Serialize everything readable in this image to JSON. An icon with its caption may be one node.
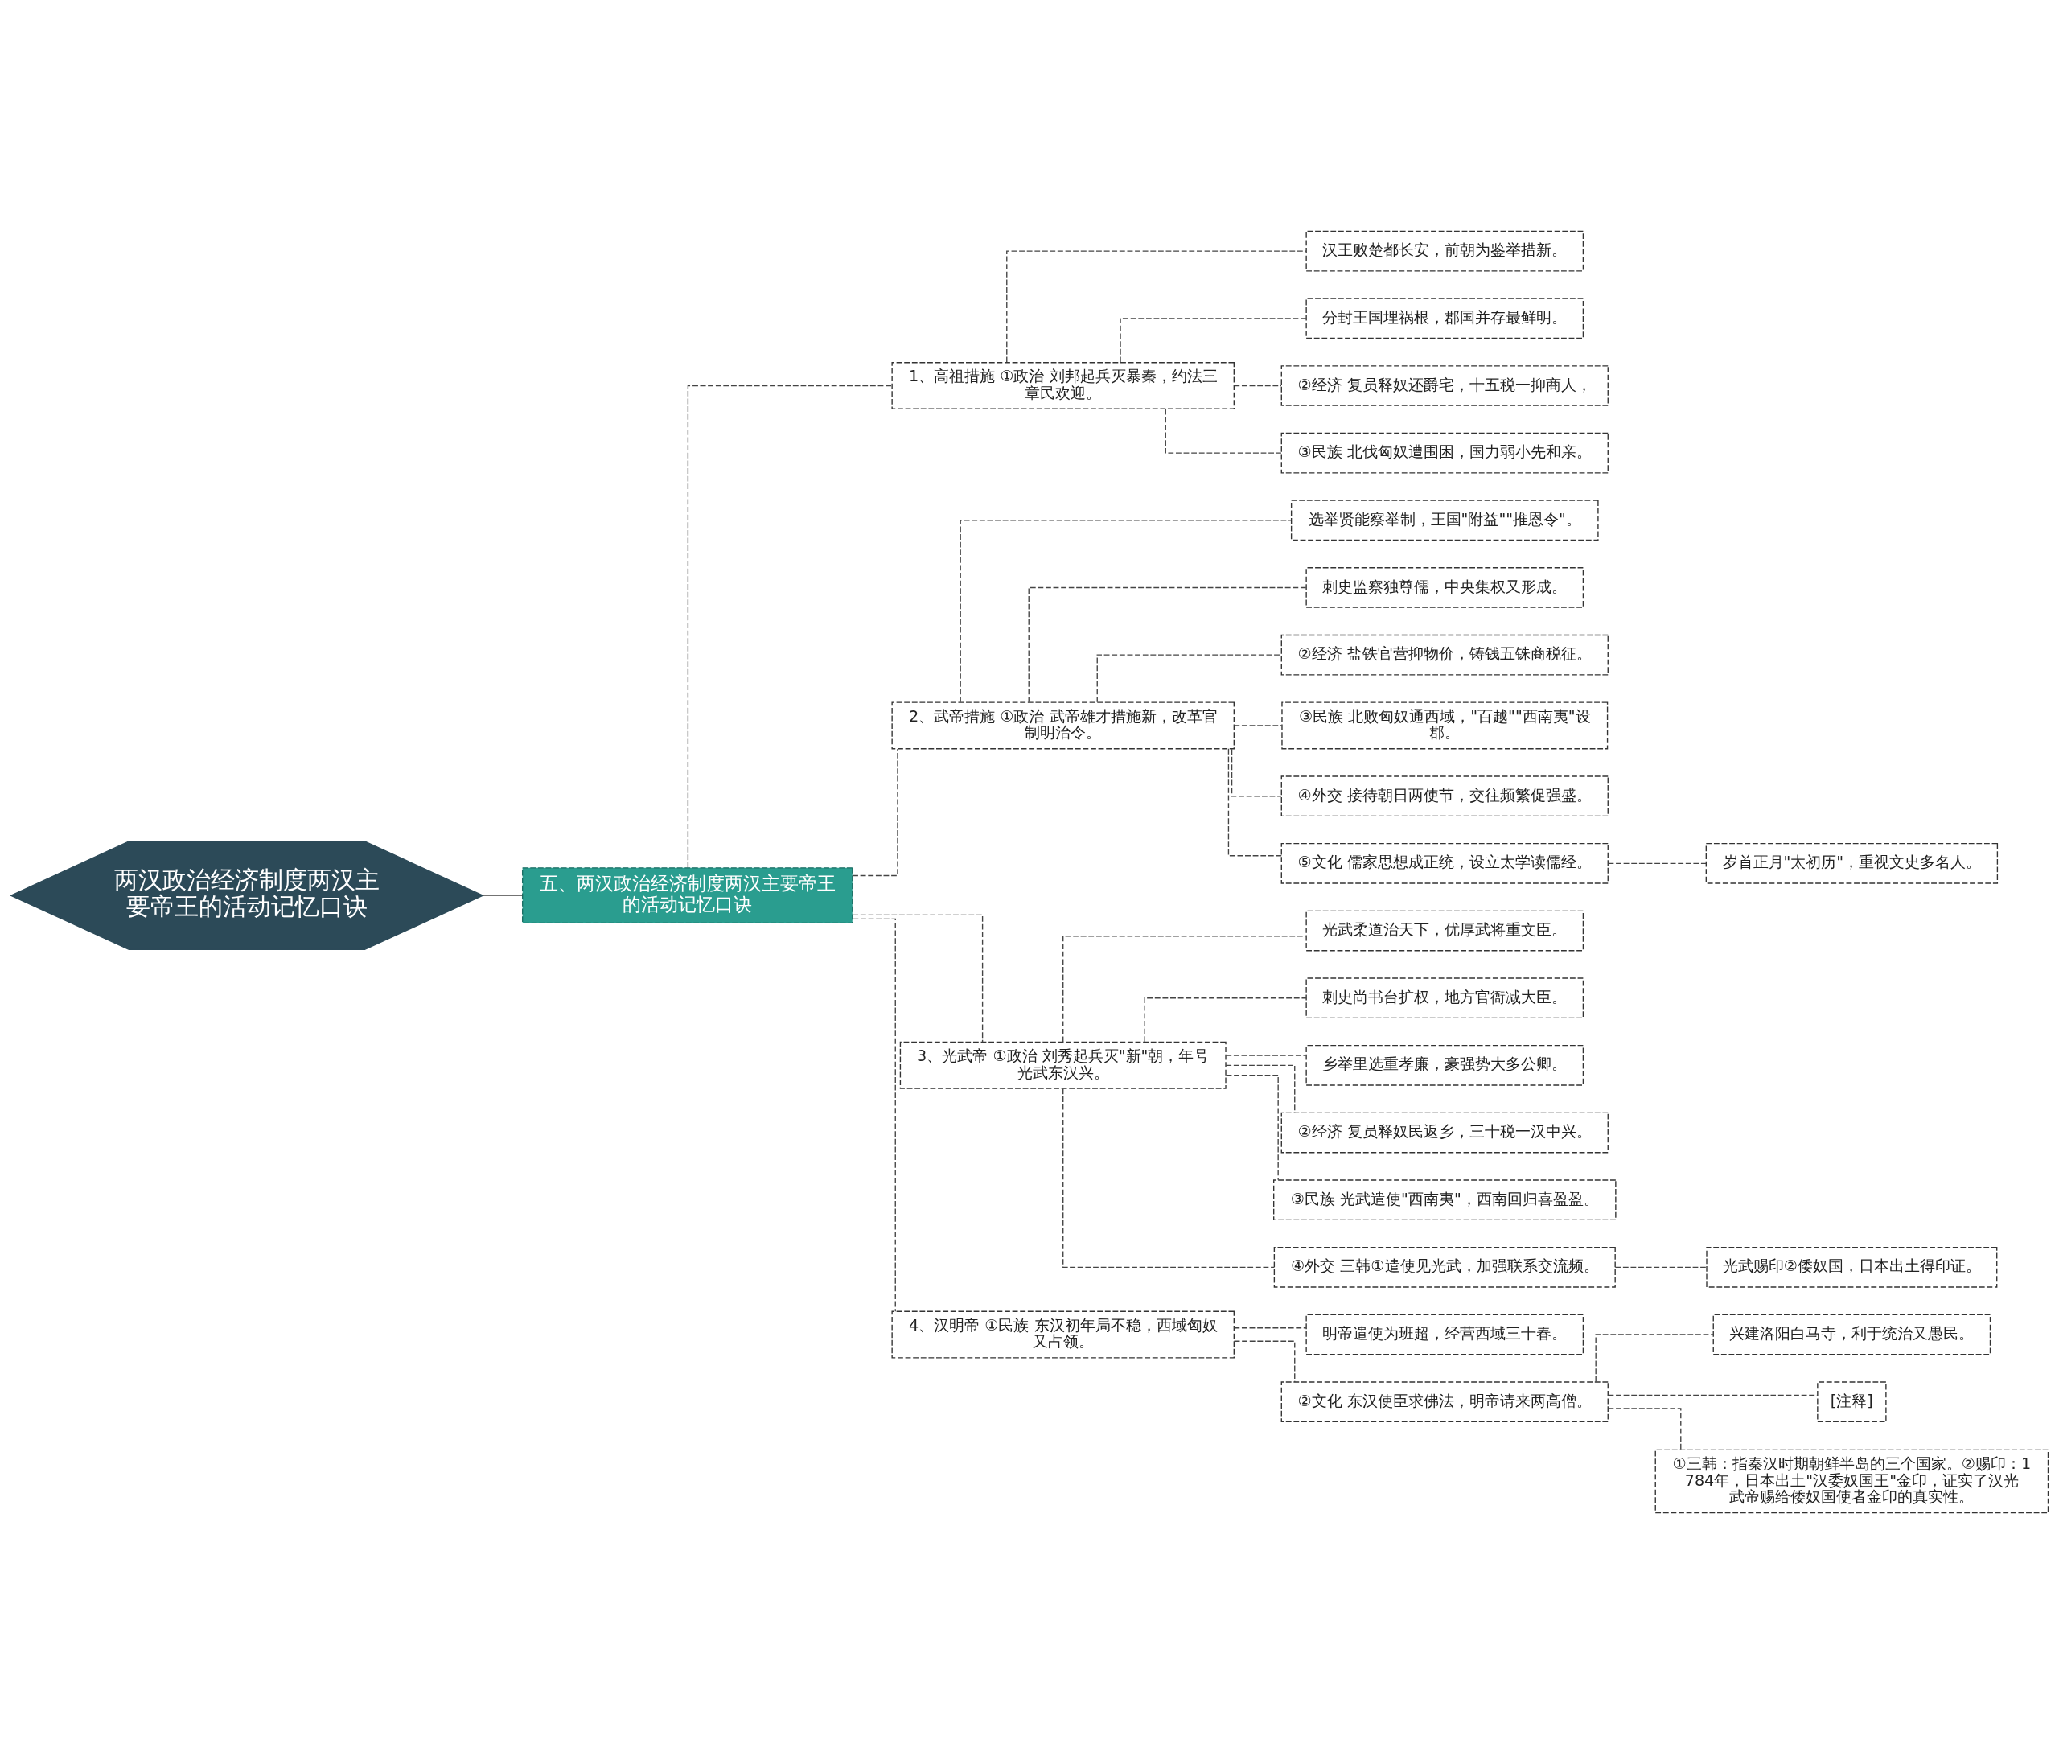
{
  "diagram": {
    "nodes": [
      {
        "text": [
          "两汉政治经济制度两汉主要帝王的活动记忆口诀"
        ]
      },
      {
        "text": [
          "五、两汉政治经济制度两汉主要帝王的活动记忆口诀"
        ]
      },
      {
        "text": [
          "1、高祖措施 ①政治 刘邦起兵灭暴秦，约法三章民欢迎。"
        ]
      },
      {
        "text": [
          "汉王败楚都长安，前朝为鉴举措新。"
        ]
      },
      {
        "text": [
          "分封王国埋祸根，郡国并存最鲜明。"
        ]
      },
      {
        "text": [
          "②经济 复员释奴还爵宅，十五税一抑商人，"
        ]
      },
      {
        "text": [
          "③民族 北伐匈奴遭围困，国力弱小先和亲。"
        ]
      },
      {
        "text": [
          "2、武帝措施 ①政治 武帝雄才措施新，改革官制明治令。"
        ]
      },
      {
        "text": [
          "选举贤能察举制，王国\"附益\"\"推恩令\"。"
        ]
      },
      {
        "text": [
          "刺史监察独尊儒，中央集权又形成。"
        ]
      },
      {
        "text": [
          "②经济 盐铁官营抑物价，铸钱五铢商税征。"
        ]
      },
      {
        "text": [
          "③民族 北败匈奴通西域，\"百越\"\"西南夷\"设郡。"
        ]
      },
      {
        "text": [
          "④外交 接待朝日两使节，交往频繁促强盛。"
        ]
      },
      {
        "text": [
          "⑤文化 儒家思想成正统，设立太学读儒经。"
        ]
      },
      {
        "text": [
          "岁首正月\"太初历\"，重视文史多名人。"
        ]
      },
      {
        "text": [
          "3、光武帝 ①政治 刘秀起兵灭\"新\"朝，年号光武东汉兴。"
        ]
      },
      {
        "text": [
          "光武柔道治天下，优厚武将重文臣。"
        ]
      },
      {
        "text": [
          "刺史尚书台扩权，地方官衙减大臣。"
        ]
      },
      {
        "text": [
          "乡举里选重孝廉，豪强势大多公卿。"
        ]
      },
      {
        "text": [
          "②经济 复员释奴民返乡，三十税一汉中兴。"
        ]
      },
      {
        "text": [
          "③民族 光武遣使\"西南夷\"，西南回归喜盈盈。"
        ]
      },
      {
        "text": [
          "④外交 三韩①遣使见光武，加强联系交流频。"
        ]
      },
      {
        "text": [
          "光武赐印②倭奴国，日本出土得印证。"
        ]
      },
      {
        "text": [
          "4、汉明帝 ①民族 东汉初年局不稳，西域匈奴又占领。"
        ]
      },
      {
        "text": [
          "明帝遣使为班超，经营西域三十春。"
        ]
      },
      {
        "text": [
          "②文化 东汉使臣求佛法，明帝请来两高僧。"
        ]
      },
      {
        "text": [
          "兴建洛阳白马寺，利于统治又愚民。"
        ]
      },
      {
        "text": [
          "[注释]"
        ]
      },
      {
        "text": [
          "①三韩：指秦汉时期朝鲜半岛的三个国家。②赐印：1784年，日本出土\"汉委奴国王\"金印，证实了汉光武帝赐给倭奴国使者金印的真实性。"
        ]
      }
    ],
    "edges": [
      {
        "from": 0,
        "to": 1,
        "arrow": "none"
      },
      {
        "from": 1,
        "to": 2,
        "arrow": "none",
        "style": "dashed"
      },
      {
        "from": 2,
        "to": 3,
        "arrow": "none",
        "style": "dashed"
      },
      {
        "from": 2,
        "to": 4,
        "arrow": "none",
        "style": "dashed"
      },
      {
        "from": 2,
        "to": 5,
        "arrow": "none",
        "style": "dashed"
      },
      {
        "from": 2,
        "to": 6,
        "arrow": "none",
        "style": "dashed"
      },
      {
        "from": 1,
        "to": 7,
        "arrow": "none",
        "style": "dashed"
      },
      {
        "from": 7,
        "to": 8,
        "arrow": "none",
        "style": "dashed"
      },
      {
        "from": 7,
        "to": 9,
        "arrow": "none",
        "style": "dashed"
      },
      {
        "from": 7,
        "to": 10,
        "arrow": "none",
        "style": "dashed"
      },
      {
        "from": 7,
        "to": 11,
        "arrow": "none",
        "style": "dashed"
      },
      {
        "from": 7,
        "to": 12,
        "arrow": "none",
        "style": "dashed"
      },
      {
        "from": 7,
        "to": 13,
        "arrow": "none",
        "style": "dashed"
      },
      {
        "from": 13,
        "to": 14,
        "arrow": "none",
        "style": "dashed"
      },
      {
        "from": 1,
        "to": 15,
        "arrow": "none",
        "style": "dashed"
      },
      {
        "from": 15,
        "to": 16,
        "arrow": "none",
        "style": "dashed"
      },
      {
        "from": 15,
        "to": 17,
        "arrow": "none",
        "style": "dashed"
      },
      {
        "from": 15,
        "to": 18,
        "arrow": "none",
        "style": "dashed"
      },
      {
        "from": 15,
        "to": 19,
        "arrow": "none",
        "style": "dashed"
      },
      {
        "from": 15,
        "to": 20,
        "arrow": "none",
        "style": "dashed"
      },
      {
        "from": 15,
        "to": 21,
        "arrow": "none",
        "style": "dashed"
      },
      {
        "from": 21,
        "to": 22,
        "arrow": "none",
        "style": "dashed"
      },
      {
        "from": 1,
        "to": 23,
        "arrow": "none",
        "style": "dashed"
      },
      {
        "from": 23,
        "to": 24,
        "arrow": "none",
        "style": "dashed"
      },
      {
        "from": 23,
        "to": 25,
        "arrow": "none",
        "style": "dashed"
      },
      {
        "from": 25,
        "to": 26,
        "arrow": "none",
        "style": "dashed"
      },
      {
        "from": 25,
        "to": 27,
        "arrow": "none",
        "style": "dashed"
      },
      {
        "from": 25,
        "to": 28,
        "arrow": "none",
        "style": "dashed"
      }
    ]
  }
}
